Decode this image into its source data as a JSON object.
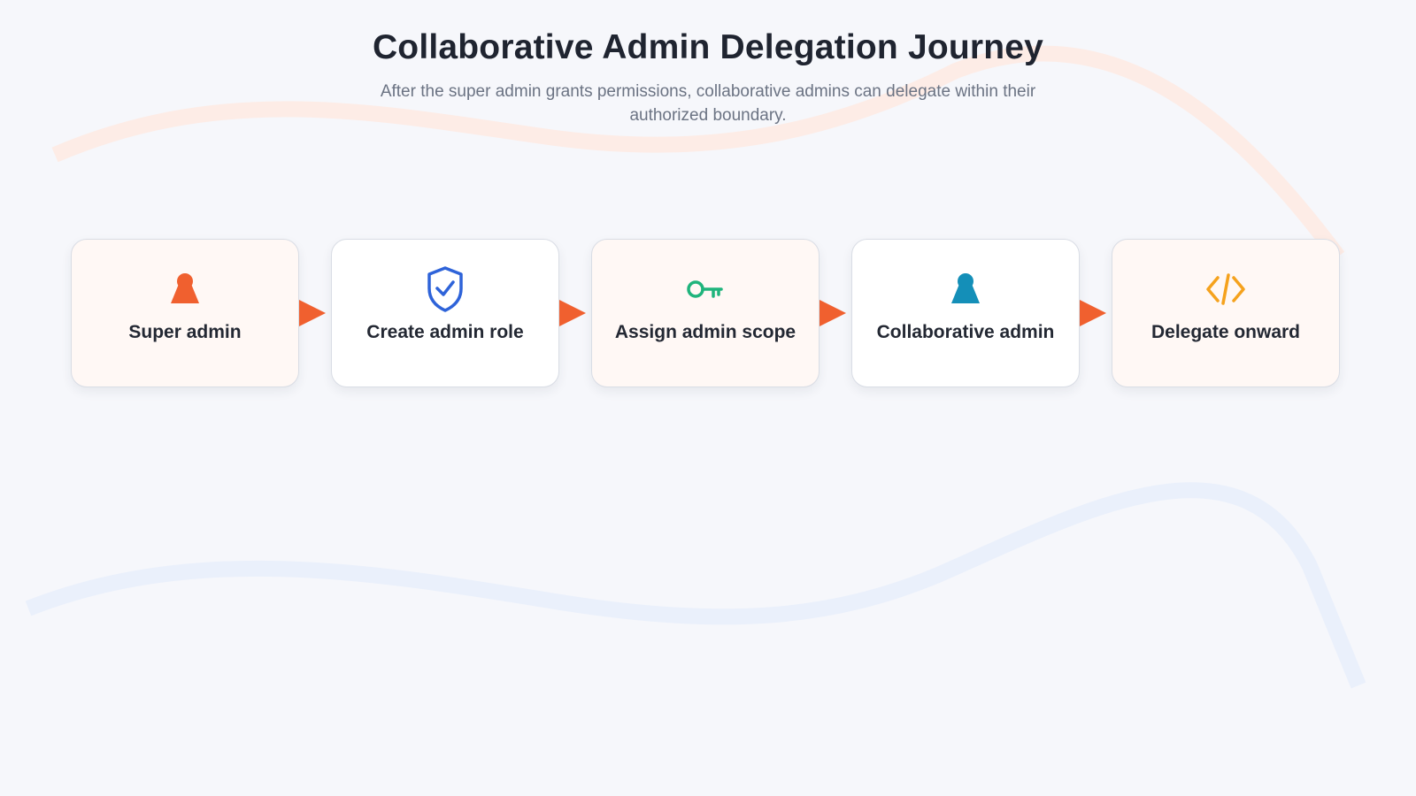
{
  "page": {
    "title": "Collaborative Admin Delegation Journey",
    "subtitle": "After the super admin grants permissions, collaborative admins can delegate within their authorized boundary."
  },
  "colors": {
    "arrow": "#f0602f",
    "wave_top": "#fdece6",
    "wave_bottom": "#eaf0fb",
    "card_tint": "#fff8f5",
    "card_plain": "#ffffff"
  },
  "steps": [
    {
      "label": "Super admin",
      "icon": "person-icon",
      "icon_color": "#f0602f"
    },
    {
      "label": "Create admin role",
      "icon": "shield-check-icon",
      "icon_color": "#2e63d9"
    },
    {
      "label": "Assign admin scope",
      "icon": "key-icon",
      "icon_color": "#1fb47c"
    },
    {
      "label": "Collaborative admin",
      "icon": "person-icon",
      "icon_color": "#148fb8"
    },
    {
      "label": "Delegate onward",
      "icon": "code-icon",
      "icon_color": "#f5a21d"
    }
  ]
}
